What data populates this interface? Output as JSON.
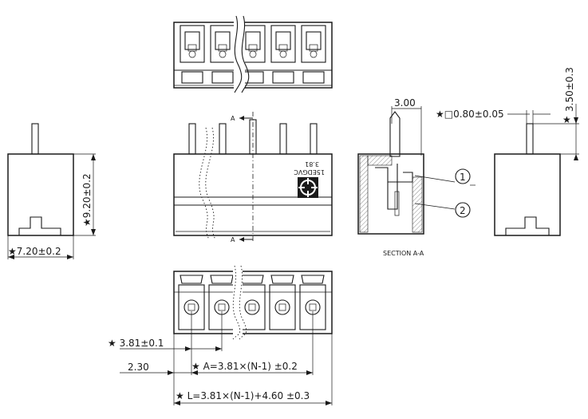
{
  "labels": {
    "width_dim": "★7.20±0.2",
    "height_dim": "★9.20±0.2",
    "pitch_top": "3.00",
    "pin_square": "★□0.80±0.05",
    "pin_height": "3.50±0.3",
    "pin_height_star": "★",
    "section_a": "A",
    "section_title": "SECTION A-A",
    "pitch_dim": "★ 3.81±0.1",
    "offset_dim": "2.30",
    "a_formula": "★ A=3.81×(N-1)   ±0.2",
    "l_formula": "★ L=3.81×(N-1)+4.60   ±0.3",
    "part_marking": "15EDGVC",
    "pitch_marking": "3.81",
    "callout_1": "1",
    "callout_2": "2"
  }
}
